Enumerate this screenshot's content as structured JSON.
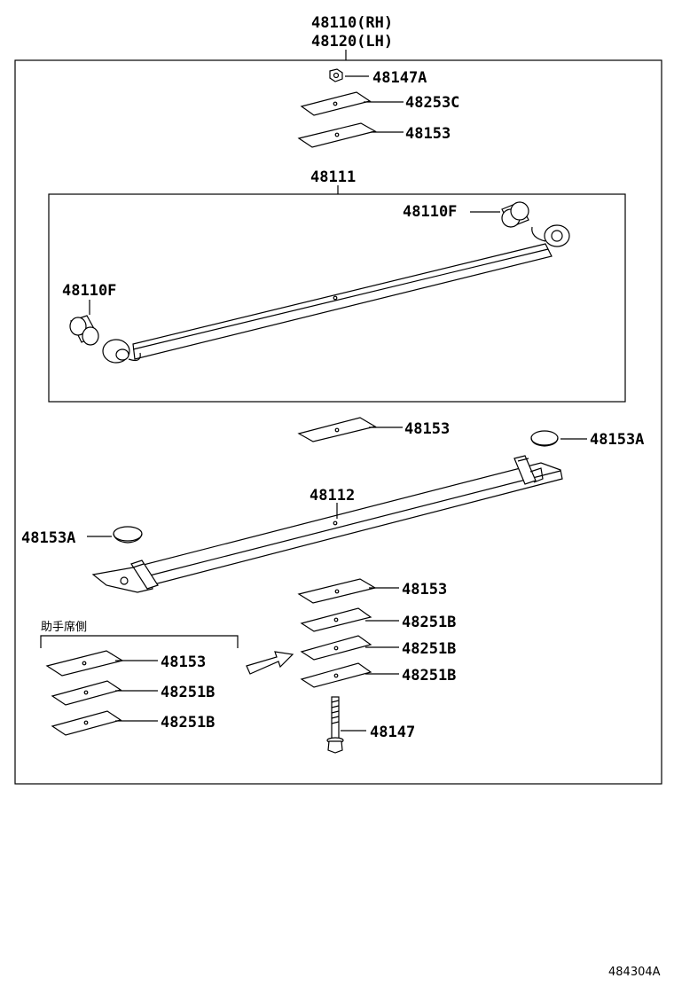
{
  "header": {
    "assembly_rh": "48110(RH)",
    "assembly_lh": "48120(LH)"
  },
  "labels": {
    "nut_top": "48147A",
    "plate_top_c": "48253C",
    "plate_top": "48153",
    "main_leaf": "48111",
    "bushing_right": "48110F",
    "bushing_left": "48110F",
    "plate_mid": "48153",
    "cap_right": "48153A",
    "second_leaf": "48112",
    "cap_left": "48153A",
    "plate_low_1": "48153",
    "plate_low_2": "48251B",
    "plate_low_3": "48251B",
    "plate_low_4": "48251B",
    "bolt": "48147",
    "passenger_plate_1": "48153",
    "passenger_plate_2": "48251B",
    "passenger_plate_3": "48251B"
  },
  "passenger_side_note": "助手席側",
  "figure_id": "484304A",
  "colors": {
    "line": "#000000",
    "background": "#ffffff"
  }
}
